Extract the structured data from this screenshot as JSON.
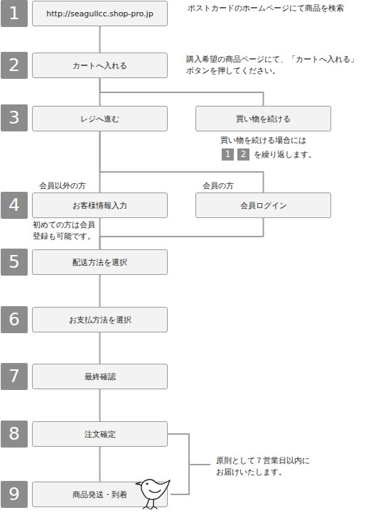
{
  "diagram": {
    "nodes": [
      {
        "text": [
          "http://seagullcc.shop-pro.jp"
        ]
      },
      {
        "text": [
          "カートへ入れる"
        ]
      },
      {
        "text": [
          "レジへ進む"
        ]
      },
      {
        "text": [
          "買い物を続ける"
        ]
      },
      {
        "text": [
          "お客様情報入力"
        ]
      },
      {
        "text": [
          "会員ログイン"
        ]
      },
      {
        "text": [
          "配送方法を選択"
        ]
      },
      {
        "text": [
          "お支払方法を選択"
        ]
      },
      {
        "text": [
          "最終確認"
        ]
      },
      {
        "text": [
          "注文確定"
        ]
      },
      {
        "text": [
          "商品発送・到着"
        ]
      }
    ],
    "edges": [
      {
        "from": 0,
        "to": 1,
        "arrow": "none"
      },
      {
        "from": 1,
        "to": 2,
        "arrow": "none"
      },
      {
        "from": 1,
        "to": 3,
        "arrow": "none"
      },
      {
        "from": 2,
        "to": 4,
        "arrow": "none"
      },
      {
        "from": 2,
        "to": 5,
        "arrow": "none"
      },
      {
        "from": 4,
        "to": 6,
        "arrow": "none"
      },
      {
        "from": 5,
        "to": 6,
        "arrow": "none"
      },
      {
        "from": 6,
        "to": 7,
        "arrow": "none"
      },
      {
        "from": 7,
        "to": 8,
        "arrow": "none"
      },
      {
        "from": 8,
        "to": 9,
        "arrow": "none"
      },
      {
        "from": 9,
        "to": 10,
        "arrow": "none"
      }
    ],
    "labels": [
      "1",
      "ポストカードのホームページにて商品を検索",
      "2",
      "購入希望の商品ページにて、「カートへ入れる」 ボタンを押してください。",
      "3",
      "買い物を続ける場合には",
      "1",
      "2",
      "を繰り返します。",
      "会員以外の方",
      "会員の方",
      "4",
      "初めての方は会員 登録も可能です。",
      "5",
      "6",
      "7",
      "8",
      "原則として７営業日以内に お届けいたします。",
      "9"
    ]
  }
}
